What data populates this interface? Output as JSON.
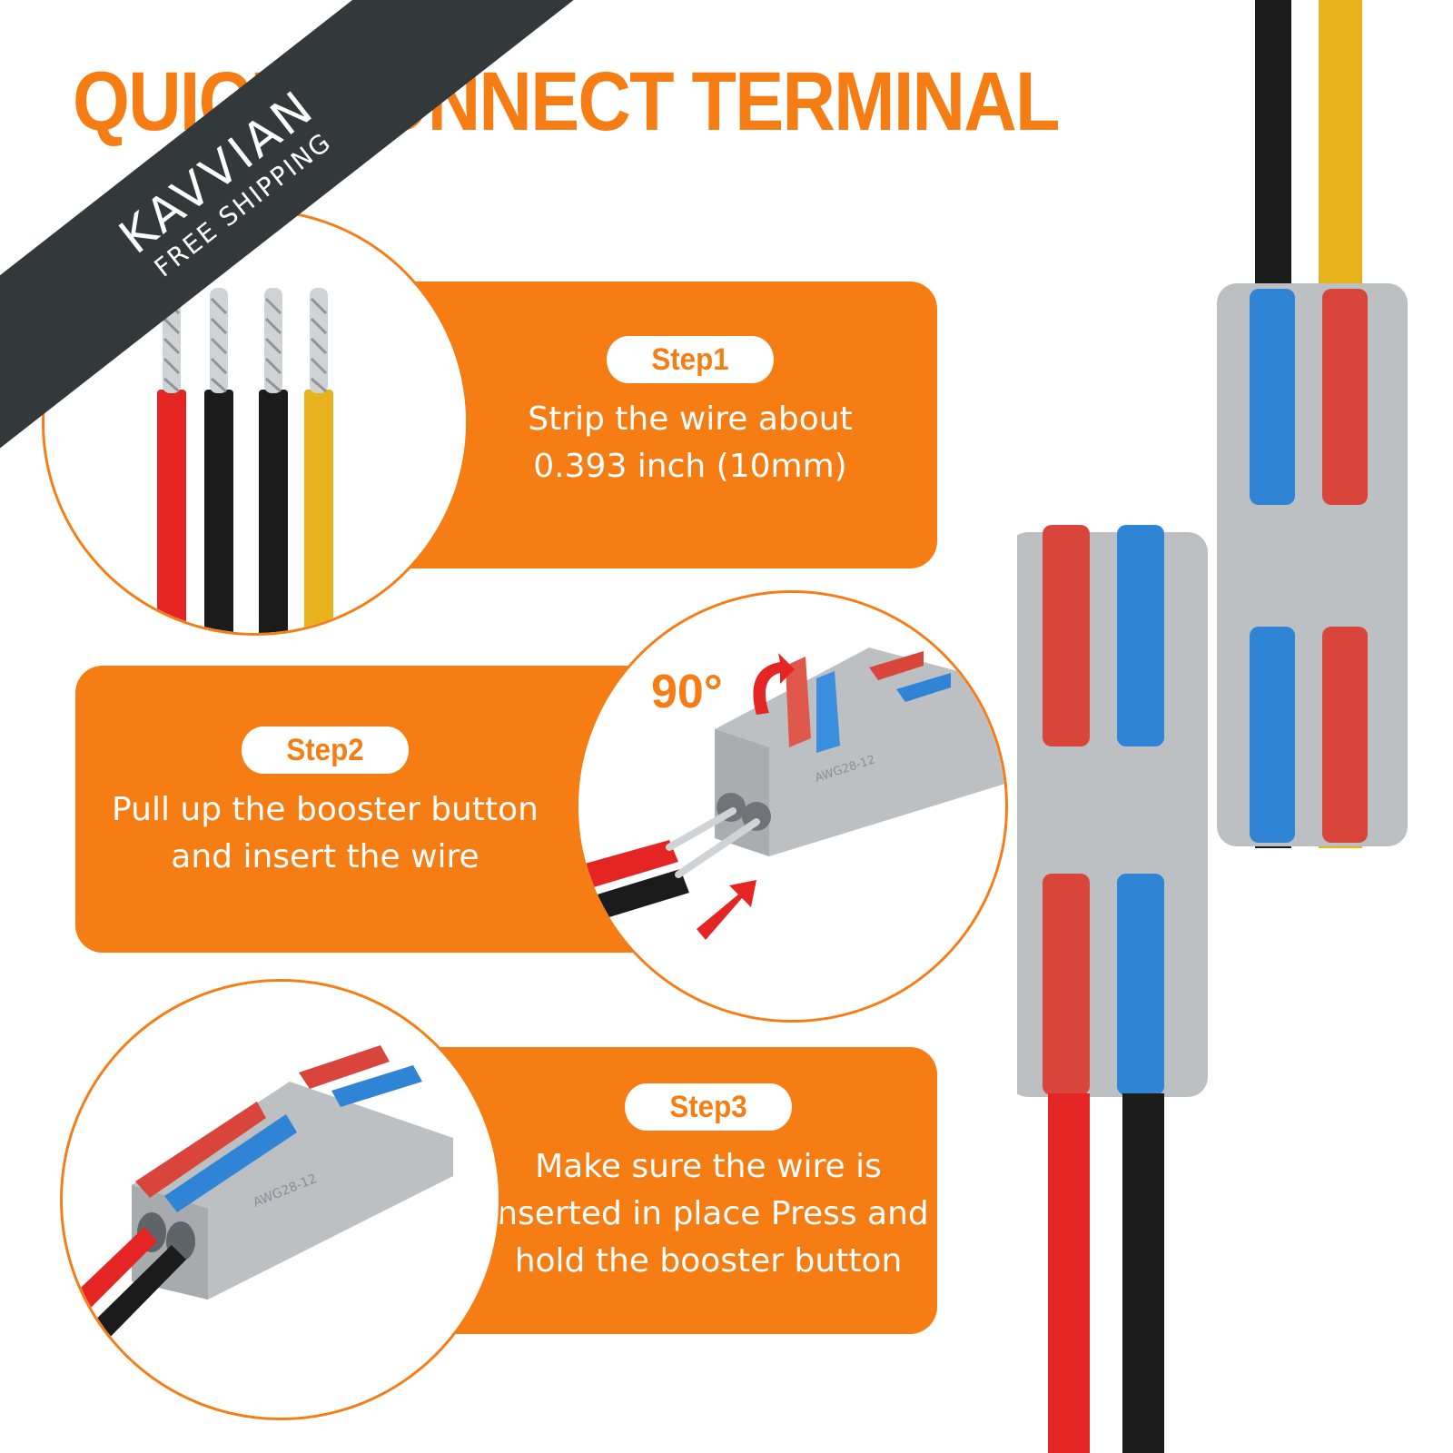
{
  "title": "QUICK CONNECT TERMINAL",
  "banner": {
    "brand": "KAVVIAN",
    "subtitle": "FREE SHIPPING"
  },
  "steps": [
    {
      "label": "Step1",
      "description": "Strip the wire about 0.393 inch (10mm)"
    },
    {
      "label": "Step2",
      "description": "Pull up the booster button and insert the wire"
    },
    {
      "label": "Step3",
      "description": "Make sure the wire is inserted in place Press and hold the booster button"
    }
  ],
  "step2_angle_label": "90°",
  "connector_marking": "AWG28-12",
  "colors": {
    "accent": "#f57d14",
    "white": "#ffffff",
    "banner_bg": "#33383b",
    "connector_grey": "#bcc0c3",
    "lever_red": "#d9453a",
    "lever_blue": "#2f84d6",
    "wire_red": "#e52524",
    "wire_black": "#1b1b1b",
    "wire_yellow": "#e8b21d",
    "arrow_red": "#e52524"
  },
  "icons": [
    "curved-arrow-icon",
    "insert-arrow-icon"
  ]
}
